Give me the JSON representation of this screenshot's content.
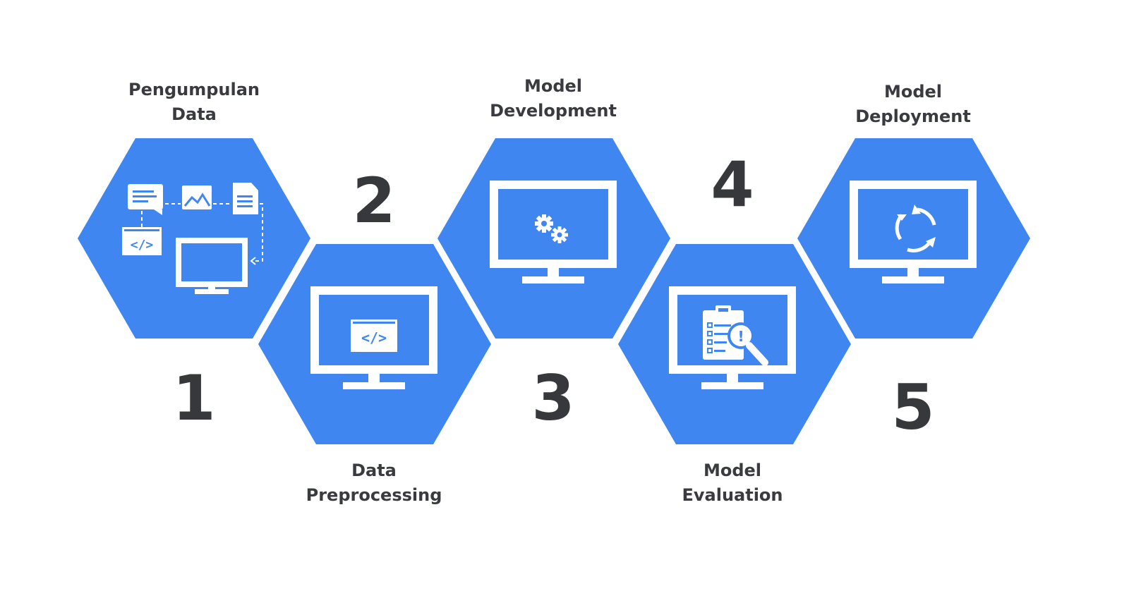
{
  "steps": [
    {
      "number": "1",
      "label_line1": "Pengumpulan",
      "label_line2": "Data",
      "icon": "data-collection-icon"
    },
    {
      "number": "2",
      "label_line1": "Data",
      "label_line2": "Preprocessing",
      "icon": "code-icon"
    },
    {
      "number": "3",
      "label_line1": "Model",
      "label_line2": "Development",
      "icon": "gears-icon"
    },
    {
      "number": "4",
      "label_line1": "Model",
      "label_line2": "Evaluation",
      "icon": "magnifier-icon"
    },
    {
      "number": "5",
      "label_line1": "Model",
      "label_line2": "Deployment",
      "icon": "refresh-cycle-icon"
    }
  ],
  "colors": {
    "hexagon": "#3f86f0",
    "text": "#3a3b40",
    "icon": "#ffffff"
  }
}
